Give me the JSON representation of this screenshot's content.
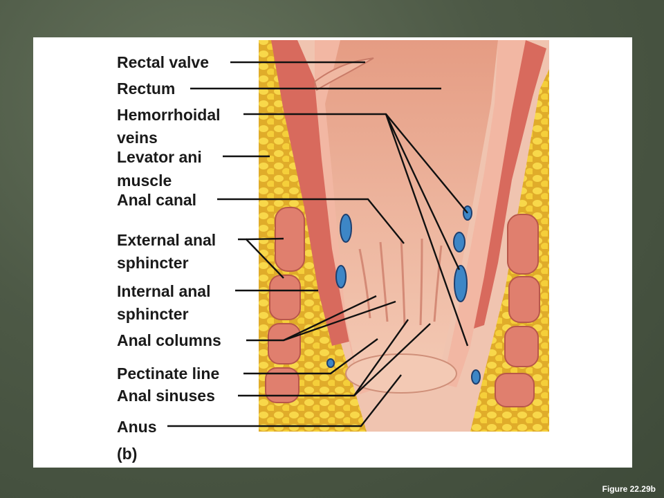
{
  "labels": {
    "rectal_valve": "Rectal valve",
    "rectum": "Rectum",
    "hemorrhoidal_1": "Hemorrhoidal",
    "hemorrhoidal_2": "veins",
    "levator_1": "Levator ani",
    "levator_2": "muscle",
    "anal_canal": "Anal canal",
    "external_1": "External anal",
    "external_2": "sphincter",
    "internal_1": "Internal anal",
    "internal_2": "sphincter",
    "anal_columns": "Anal columns",
    "pectinate_line": "Pectinate line",
    "anal_sinuses": "Anal sinuses",
    "anus": "Anus"
  },
  "panel_letter": "(b)",
  "figure_number": "Figure 22.29b"
}
